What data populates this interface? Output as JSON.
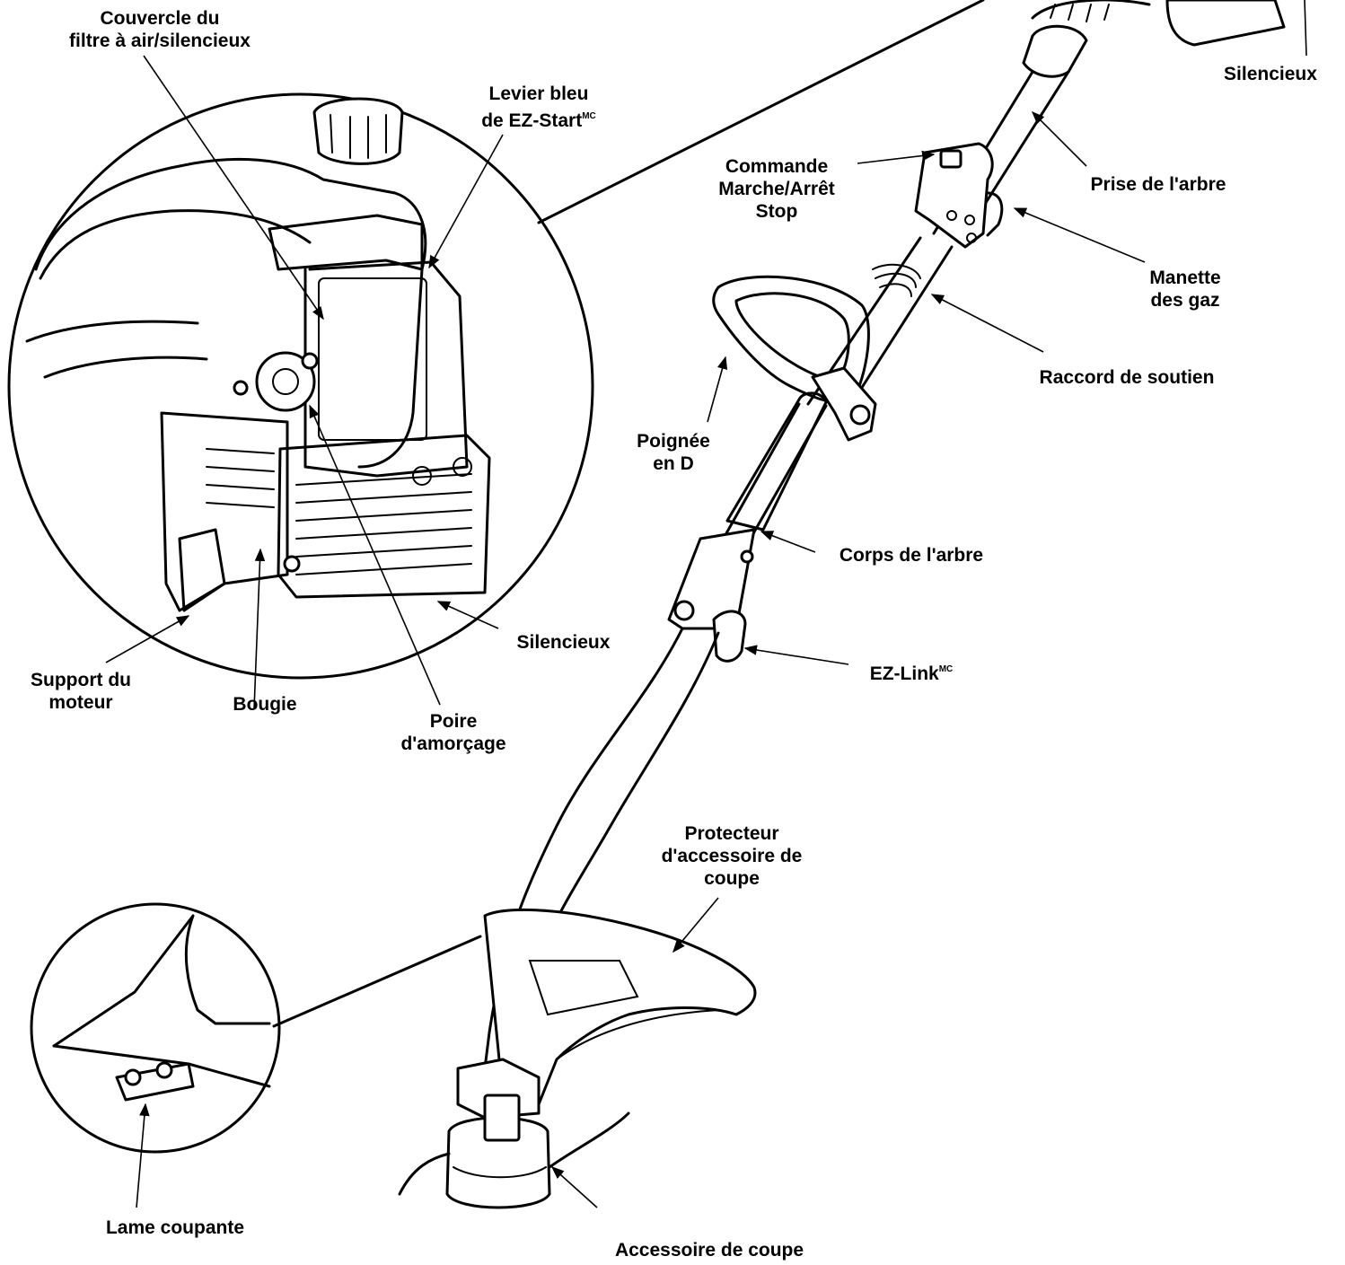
{
  "labels": {
    "couvercle_filtre": [
      "Couvercle du",
      "filtre à air/silencieux"
    ],
    "levier_bleu": [
      "Levier bleu",
      "de EZ-Start"
    ],
    "mc": "MC",
    "silencieux_top": "Silencieux",
    "commande": [
      "Commande",
      "Marche/Arrêt",
      "Stop"
    ],
    "prise_arbre": "Prise de l'arbre",
    "manette_gaz": [
      "Manette",
      "des gaz"
    ],
    "raccord_soutien": "Raccord de soutien",
    "poignee_d": [
      "Poignée",
      "en D"
    ],
    "corps_arbre": "Corps de l'arbre",
    "silencieux_mid": "Silencieux",
    "ez_link": "EZ-Link",
    "support_moteur": [
      "Support du",
      "moteur"
    ],
    "bougie": "Bougie",
    "poire_amorcage": [
      "Poire",
      "d'amorçage"
    ],
    "protecteur": [
      "Protecteur",
      "d'accessoire de",
      "coupe"
    ],
    "lame_coupante": "Lame coupante",
    "accessoire_coupe": "Accessoire de coupe"
  },
  "colors": {
    "ink": "#000000",
    "background": "#ffffff"
  },
  "icons": [
    "engine-detail-circle",
    "blade-detail-circle",
    "trimmer-illustration"
  ]
}
